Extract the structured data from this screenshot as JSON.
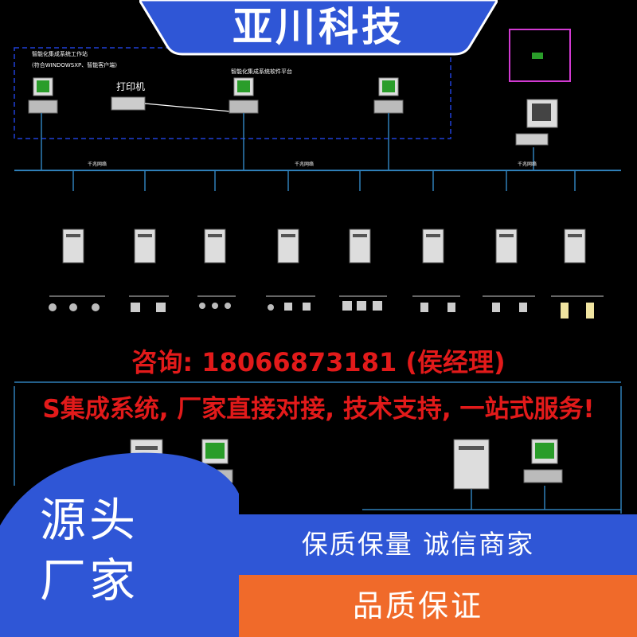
{
  "brand": {
    "title": "亚川科技"
  },
  "diagram": {
    "workstation_label_line1": "智能化集成系统工作站",
    "workstation_label_line2": "(符合WINDOWSXP、智能客户端)",
    "printer_label": "打印机",
    "platform_label_mid": "智能化集成系统软件平台",
    "network_label": "千兆网络"
  },
  "overlay": {
    "consult": "咨询: 18066873181 (侯经理)",
    "slogan": "S集成系统, 厂家直接对接, 技术支持, 一站式服务!"
  },
  "bottom": {
    "corner_line1": "源头",
    "corner_line2": "厂家",
    "blue_text": "保质保量 诚信商家",
    "orange_text": "品质保证"
  },
  "colors": {
    "background": "#000000",
    "cad_line": "#2f7fb8",
    "dash_line": "#2040d8",
    "banner_blue": "#2f56d6",
    "accent_orange": "#f06a2a",
    "red_text": "#e21a1a"
  }
}
